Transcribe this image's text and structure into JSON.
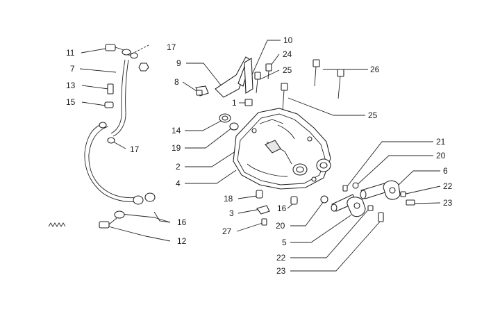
{
  "diagram": {
    "callouts": [
      {
        "id": "c11a",
        "text": "11"
      },
      {
        "id": "c7",
        "text": "7"
      },
      {
        "id": "c13",
        "text": "13"
      },
      {
        "id": "c15",
        "text": "15"
      },
      {
        "id": "c17a",
        "text": "17"
      },
      {
        "id": "c16",
        "text": "16"
      },
      {
        "id": "c12",
        "text": "12"
      },
      {
        "id": "c17b",
        "text": "17"
      },
      {
        "id": "c9",
        "text": "9"
      },
      {
        "id": "c8",
        "text": "8"
      },
      {
        "id": "c10",
        "text": "10"
      },
      {
        "id": "c24",
        "text": "24"
      },
      {
        "id": "c25a",
        "text": "25"
      },
      {
        "id": "c26",
        "text": "26"
      },
      {
        "id": "c1",
        "text": "1"
      },
      {
        "id": "c25b",
        "text": "25"
      },
      {
        "id": "c14",
        "text": "14"
      },
      {
        "id": "c19",
        "text": "19"
      },
      {
        "id": "c2",
        "text": "2"
      },
      {
        "id": "c4",
        "text": "4"
      },
      {
        "id": "c18",
        "text": "18"
      },
      {
        "id": "c3",
        "text": "3"
      },
      {
        "id": "c27",
        "text": "27"
      },
      {
        "id": "c16b",
        "text": "16"
      },
      {
        "id": "c20a",
        "text": "20"
      },
      {
        "id": "c5",
        "text": "5"
      },
      {
        "id": "c22a",
        "text": "22"
      },
      {
        "id": "c23a",
        "text": "23"
      },
      {
        "id": "c21",
        "text": "21"
      },
      {
        "id": "c20b",
        "text": "20"
      },
      {
        "id": "c6",
        "text": "6"
      },
      {
        "id": "c22b",
        "text": "22"
      },
      {
        "id": "c23b",
        "text": "23"
      }
    ]
  }
}
